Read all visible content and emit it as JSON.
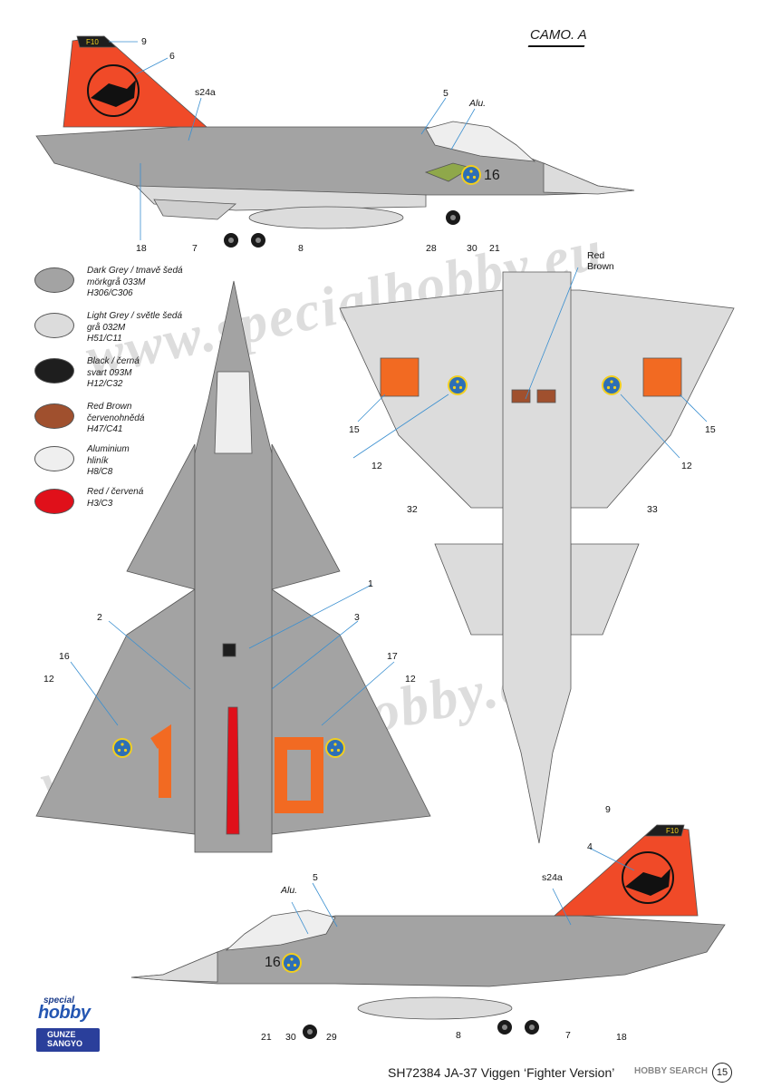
{
  "header": {
    "camo_label": "CAMO. A"
  },
  "footer": {
    "title": "SH72384  JA-37 Viggen ‘Fighter Version’",
    "page_number": "15",
    "watermark_logo": "HOBBY SEARCH"
  },
  "watermark": {
    "text": "www.specialhobby.eu"
  },
  "logos": {
    "special": "special",
    "hobby": "hobby",
    "gunze_line1": "GUNZE",
    "gunze_line2": "SANGYO"
  },
  "legend": [
    {
      "lines": [
        "Dark Grey / tmavě šedá",
        "mörkgrå 033M",
        "H306/C306"
      ],
      "color": "#a3a3a3"
    },
    {
      "lines": [
        "Light Grey / světle šedá",
        "grå 032M",
        "H51/C11"
      ],
      "color": "#dcdcdc"
    },
    {
      "lines": [
        "Black / černá",
        "svart 093M",
        "H12/C32"
      ],
      "color": "#1e1e1e"
    },
    {
      "lines": [
        "Red Brown",
        "červenohnědá",
        "H47/C41"
      ],
      "color": "#a0502e"
    },
    {
      "lines": [
        "Aluminium",
        "hliník",
        "H8/C8"
      ],
      "color": "#efefef"
    },
    {
      "lines": [
        "Red / červená",
        "H3/C3"
      ],
      "color": "#e0101a"
    }
  ],
  "markings": {
    "side_code": "16",
    "tail_code": "F10",
    "wing_number_left": "1",
    "wing_number_right": "0"
  },
  "callouts": {
    "top_side": [
      "9",
      "6",
      "s24a",
      "5",
      "Alu.",
      "18",
      "7",
      "8",
      "28",
      "30",
      "21"
    ],
    "bottom_view": [
      "Red",
      "Brown",
      "15",
      "12",
      "32",
      "12",
      "15",
      "33"
    ],
    "top_view": [
      "1",
      "2",
      "3",
      "16",
      "17",
      "12",
      "12"
    ],
    "bottom_side": [
      "9",
      "4",
      "s24a",
      "5",
      "Alu.",
      "21",
      "30",
      "29",
      "8",
      "7",
      "18"
    ]
  },
  "colors": {
    "dark_grey": "#a3a3a3",
    "light_grey": "#dcdcdc",
    "red_tail": "#f04a28",
    "orange_code": "#f26a22",
    "roundel_blue": "#2d6fb6",
    "roundel_yellow": "#f2cf1e"
  }
}
